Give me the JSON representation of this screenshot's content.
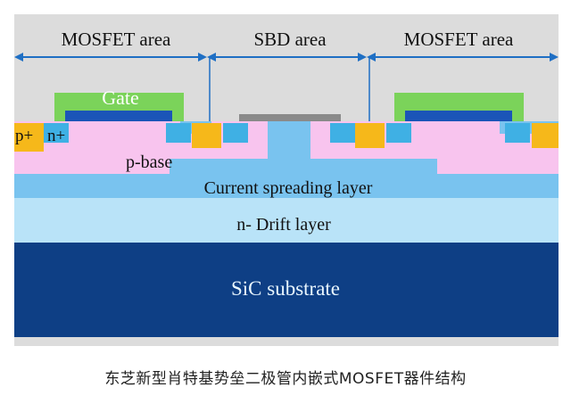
{
  "regions": {
    "mosfet_left": "MOSFET area",
    "sbd": "SBD area",
    "mosfet_right": "MOSFET area"
  },
  "labels": {
    "gate": "Gate",
    "p_plus": "p+",
    "n_plus": "n+",
    "p_base": "p-base",
    "current_spreading": "Current spreading layer",
    "drift": "n- Drift layer",
    "substrate": "SiC substrate"
  },
  "caption": "东芝新型肖特基势垒二极管内嵌式MOSFET器件结构",
  "colors": {
    "background": "#dcdcdc",
    "arrow": "#1f6fc4",
    "gate": "#7bd35a",
    "gate_oxide": "#1b55b8",
    "p_plus": "#f6b81a",
    "n_plus": "#3fb0e4",
    "p_base": "#f8c4ee",
    "current_spreading": "#79c3ef",
    "drift": "#b9e3f8",
    "substrate": "#0e3f85",
    "schottky_metal": "#8a8a8a"
  }
}
